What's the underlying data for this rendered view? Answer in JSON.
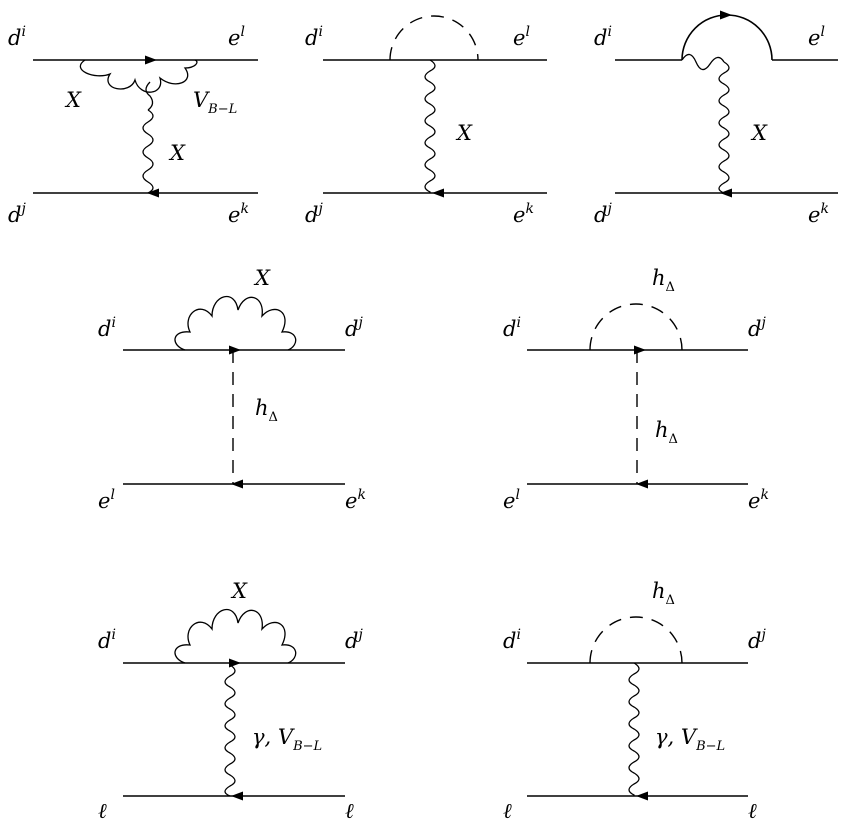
{
  "labels": {
    "d": "d",
    "e": "e",
    "i": "i",
    "j": "j",
    "k": "k",
    "l": "l",
    "X": "X",
    "V": "V",
    "BL": "B−L",
    "h": "h",
    "Delta": "Δ",
    "gammaV": "γ, V",
    "ell": "ℓ"
  }
}
